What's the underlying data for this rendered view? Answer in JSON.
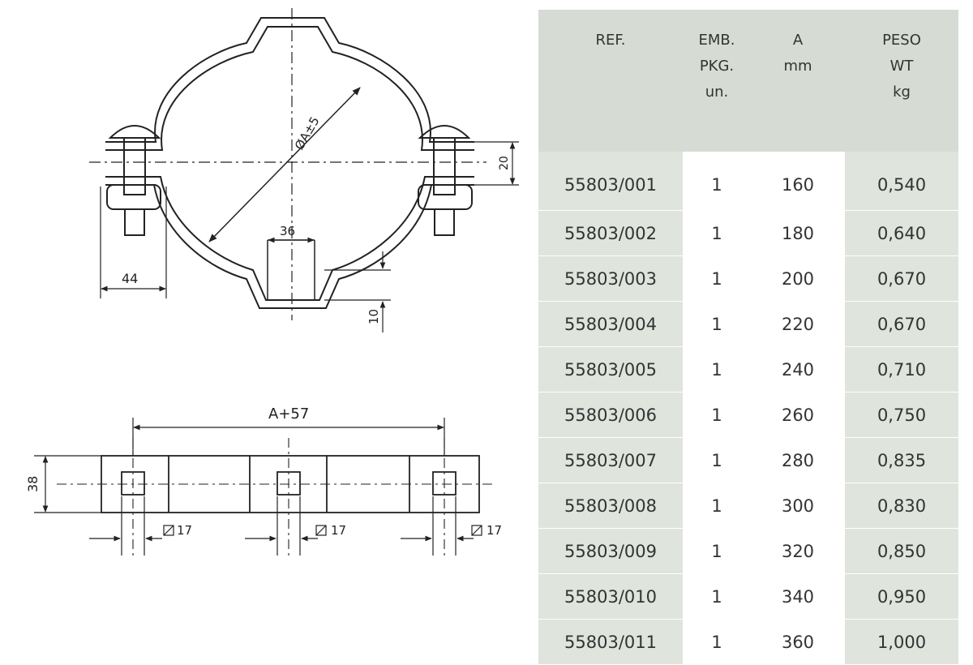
{
  "drawing": {
    "diameter_label": "ØA±5",
    "dim_20": "20",
    "dim_36": "36",
    "dim_44": "44",
    "dim_10": "10",
    "dim_a57": "A+57",
    "dim_38": "38",
    "hole_1": "17",
    "hole_2": "17",
    "hole_3": "17"
  },
  "table": {
    "headers": {
      "ref": [
        "REF."
      ],
      "emb": [
        "EMB.",
        "PKG.",
        "un."
      ],
      "a": [
        "A",
        "mm"
      ],
      "wt": [
        "PESO",
        "WT",
        "kg"
      ]
    },
    "rows": [
      {
        "ref": "55803/001",
        "emb": "1",
        "a": "160",
        "wt": "0,540"
      },
      {
        "ref": "55803/002",
        "emb": "1",
        "a": "180",
        "wt": "0,640"
      },
      {
        "ref": "55803/003",
        "emb": "1",
        "a": "200",
        "wt": "0,670"
      },
      {
        "ref": "55803/004",
        "emb": "1",
        "a": "220",
        "wt": "0,670"
      },
      {
        "ref": "55803/005",
        "emb": "1",
        "a": "240",
        "wt": "0,710"
      },
      {
        "ref": "55803/006",
        "emb": "1",
        "a": "260",
        "wt": "0,750"
      },
      {
        "ref": "55803/007",
        "emb": "1",
        "a": "280",
        "wt": "0,835"
      },
      {
        "ref": "55803/008",
        "emb": "1",
        "a": "300",
        "wt": "0,830"
      },
      {
        "ref": "55803/009",
        "emb": "1",
        "a": "320",
        "wt": "0,850"
      },
      {
        "ref": "55803/010",
        "emb": "1",
        "a": "340",
        "wt": "0,950"
      },
      {
        "ref": "55803/011",
        "emb": "1",
        "a": "360",
        "wt": "1,000"
      }
    ]
  }
}
